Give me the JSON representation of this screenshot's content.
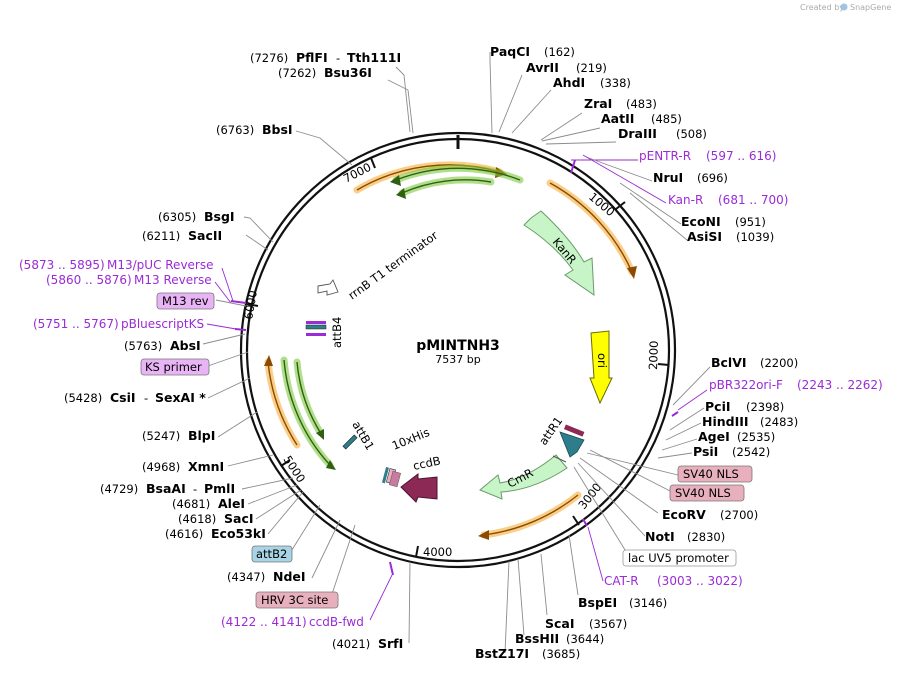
{
  "credit": {
    "prefix": "Created by",
    "brand": "SnapGene"
  },
  "plasmid": {
    "name": "pMINTNH3",
    "length": "7537 bp",
    "total_bp": 7537
  },
  "colors": {
    "backbone": "#111111",
    "kanR": "#c8f5c8",
    "cmR": "#c8f5c8",
    "ori": "#ffff00",
    "ccdB": "#8c2a55",
    "attR": "#2e7d8a",
    "attB": "#2e7d8a",
    "orf_orange": "#f5a623",
    "orf_green": "#7dc83c",
    "primer": "#9a2bd6",
    "terminator": "#ffffff",
    "sv40_box": "#e8b0bd",
    "hrv_box": "#e8b0bd",
    "attb2_box": "#a8d4e6",
    "m13_box": "#e8b4f5",
    "lac_box": "#ffffff"
  },
  "ticks": [
    "1000",
    "2000",
    "3000",
    "4000",
    "5000",
    "6000",
    "7000"
  ],
  "features": {
    "kanR": "KanR",
    "ori": "ori",
    "cmR": "CmR",
    "ccdB": "ccdB",
    "his": "10xHis",
    "attB1": "attB1",
    "attB4": "attB4",
    "attR1": "attR1",
    "rrnB": "rrnB T1 terminator"
  },
  "right_sites": [
    {
      "name": "PaqCI",
      "pos": "(162)"
    },
    {
      "name": "AvrII",
      "pos": "(219)"
    },
    {
      "name": "AhdI",
      "pos": "(338)"
    },
    {
      "name": "ZraI",
      "pos": "(483)"
    },
    {
      "name": "AatII",
      "pos": "(485)"
    },
    {
      "name": "DraIII",
      "pos": "(508)"
    },
    {
      "name": "pENTR-R",
      "pos": "(597 .. 616)",
      "primer": true
    },
    {
      "name": "NruI",
      "pos": "(696)"
    },
    {
      "name": "Kan-R",
      "pos": "(681 .. 700)",
      "primer": true
    },
    {
      "name": "EcoNI",
      "pos": "(951)"
    },
    {
      "name": "AsiSI",
      "pos": "(1039)"
    },
    {
      "name": "BclVI",
      "pos": "(2200)"
    },
    {
      "name": "pBR322ori-F",
      "pos": "(2243 .. 2262)",
      "primer": true
    },
    {
      "name": "PciI",
      "pos": "(2398)"
    },
    {
      "name": "HindIII",
      "pos": "(2483)"
    },
    {
      "name": "AgeI",
      "pos": "(2535)"
    },
    {
      "name": "PsiI",
      "pos": "(2542)"
    },
    {
      "name": "EcoRV",
      "pos": "(2700)"
    },
    {
      "name": "NotI",
      "pos": "(2830)"
    },
    {
      "name": "CAT-R",
      "pos": "(3003 .. 3022)",
      "primer": true
    },
    {
      "name": "BspEI",
      "pos": "(3146)"
    },
    {
      "name": "ScaI",
      "pos": "(3567)"
    },
    {
      "name": "BssHII",
      "pos": "(3644)"
    },
    {
      "name": "BstZ17I",
      "pos": "(3685)"
    }
  ],
  "right_boxes": {
    "sv40_1": "SV40 NLS",
    "sv40_2": "SV40 NLS",
    "lac": "lac UV5 promoter"
  },
  "left_sites": [
    {
      "name": "PflFI",
      "pos": "(7276)",
      "extra": "Tth111I"
    },
    {
      "name": "Bsu36I",
      "pos": "(7262)"
    },
    {
      "name": "BbsI",
      "pos": "(6763)"
    },
    {
      "name": "BsgI",
      "pos": "(6305)"
    },
    {
      "name": "SacII",
      "pos": "(6211)"
    },
    {
      "name": "M13/pUC Reverse",
      "pos": "(5873 .. 5895)",
      "primer": true
    },
    {
      "name": "M13 Reverse",
      "pos": "(5860 .. 5876)",
      "primer": true
    },
    {
      "name": "pBluescriptKS",
      "pos": "(5751 .. 5767)",
      "primer": true
    },
    {
      "name": "AbsI",
      "pos": "(5763)"
    },
    {
      "name": "CsiI",
      "pos": "(5428)",
      "extra": "SexAI *"
    },
    {
      "name": "BlpI",
      "pos": "(5247)"
    },
    {
      "name": "XmnI",
      "pos": "(4968)"
    },
    {
      "name": "BsaAI",
      "pos": "(4729)",
      "extra": "PmlI"
    },
    {
      "name": "AleI",
      "pos": "(4681)"
    },
    {
      "name": "SacI",
      "pos": "(4618)"
    },
    {
      "name": "Eco53kI",
      "pos": "(4616)"
    },
    {
      "name": "NdeI",
      "pos": "(4347)"
    },
    {
      "name": "ccdB-fwd",
      "pos": "(4122 .. 4141)",
      "primer": true
    },
    {
      "name": "SrfI",
      "pos": "(4021)"
    }
  ],
  "left_boxes": {
    "m13rev": "M13 rev",
    "ks": "KS primer",
    "attb2": "attB2",
    "hrv": "HRV 3C site"
  }
}
